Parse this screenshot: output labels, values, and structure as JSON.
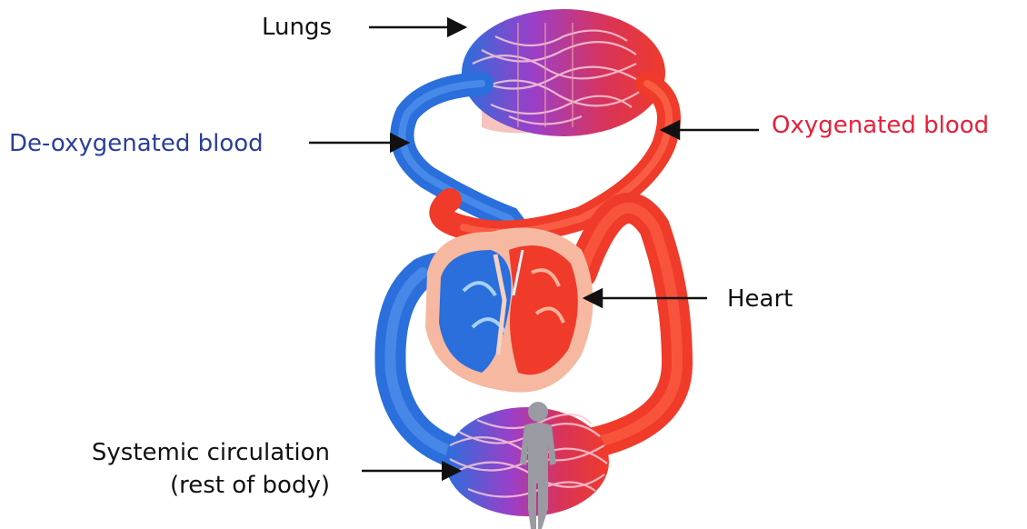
{
  "labels": {
    "lungs": "Lungs",
    "deoxygenated": "De-oxygenated blood",
    "oxygenated": "Oxygenated blood",
    "heart": "Heart",
    "systemic_line1": "Systemic circulation",
    "systemic_line2": "(rest of body)"
  },
  "colors": {
    "oxygenated": "#e8203a",
    "deoxygenated": "#2a3f9a",
    "text": "#111111",
    "artery": "#f03a2a",
    "vein": "#2a6fdc",
    "capillary_mix": "#9b3fc8",
    "heart_outer": "#f6b8a0",
    "body_figure": "#9a9aa2"
  },
  "icons": {
    "lungs": "lungs-icon",
    "body": "human-figure-icon",
    "heart": "heart-cross-section-icon"
  }
}
